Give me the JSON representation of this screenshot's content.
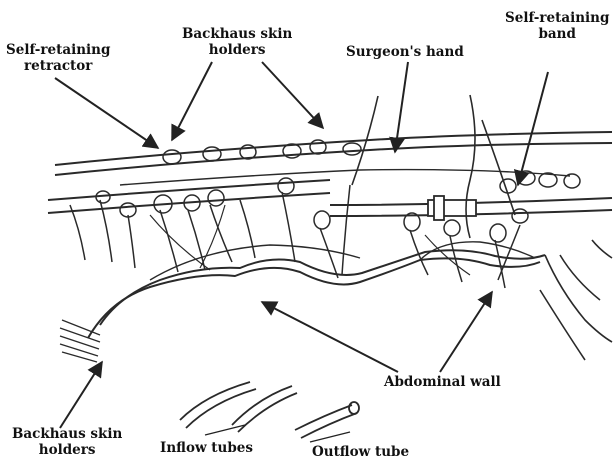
{
  "labels": {
    "self_retaining_retractor": [
      "Self-retaining",
      "retractor"
    ],
    "backhaus_top": [
      "Backhaus skin",
      "holders"
    ],
    "surgeons_hand": "Surgeon's hand",
    "self_retaining_band": [
      "Self-retaining",
      "band"
    ],
    "abdominal_wall": "Abdominal wall",
    "backhaus_bottom": [
      "Backhaus skin",
      "holders"
    ],
    "inflow_tubes": "Inflow tubes",
    "outflow_tube": "Outflow tube"
  },
  "colors": {
    "ink": "#2a2a2a",
    "text": "#111111",
    "background": "#ffffff"
  }
}
